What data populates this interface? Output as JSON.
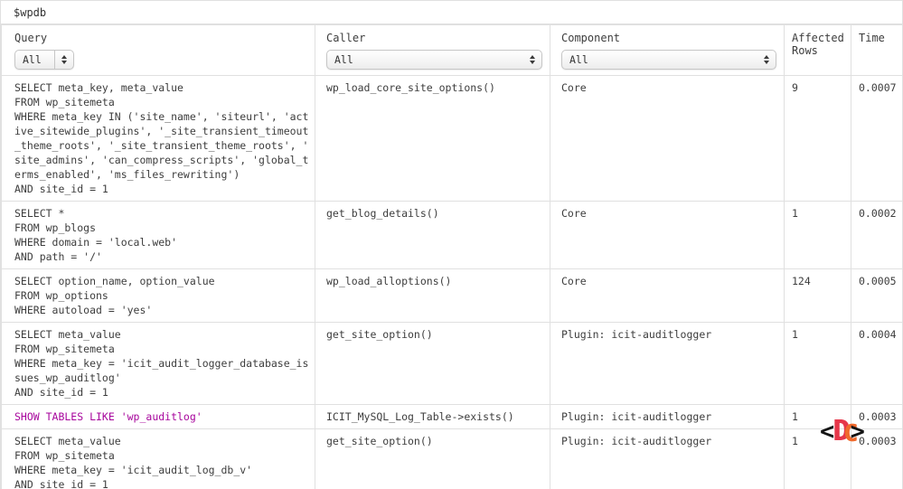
{
  "title": "$wpdb",
  "columns": [
    {
      "label": "Query",
      "filter": "All"
    },
    {
      "label": "Caller",
      "filter": "All"
    },
    {
      "label": "Component",
      "filter": "All"
    },
    {
      "label": "Affected Rows"
    },
    {
      "label": "Time"
    }
  ],
  "rows": [
    {
      "query": "SELECT meta_key, meta_value\nFROM wp_sitemeta\nWHERE meta_key IN ('site_name', 'siteurl', 'act\nive_sitewide_plugins', '_site_transient_timeout\n_theme_roots', '_site_transient_theme_roots', '\nsite_admins', 'can_compress_scripts', 'global_t\nerms_enabled', 'ms_files_rewriting')\nAND site_id = 1",
      "caller": "wp_load_core_site_options()",
      "component": "Core",
      "affected_rows": "9",
      "time": "0.0007",
      "highlighted": false
    },
    {
      "query": "SELECT *\nFROM wp_blogs\nWHERE domain = 'local.web'\nAND path = '/'",
      "caller": "get_blog_details()",
      "component": "Core",
      "affected_rows": "1",
      "time": "0.0002",
      "highlighted": false
    },
    {
      "query": "SELECT option_name, option_value\nFROM wp_options\nWHERE autoload = 'yes'",
      "caller": "wp_load_alloptions()",
      "component": "Core",
      "affected_rows": "124",
      "time": "0.0005",
      "highlighted": false
    },
    {
      "query": "SELECT meta_value\nFROM wp_sitemeta\nWHERE meta_key = 'icit_audit_logger_database_is\nsues_wp_auditlog'\nAND site_id = 1",
      "caller": "get_site_option()",
      "component": "Plugin: icit-auditlogger",
      "affected_rows": "1",
      "time": "0.0004",
      "highlighted": false
    },
    {
      "query": "SHOW TABLES LIKE 'wp_auditlog'",
      "caller": "ICIT_MySQL_Log_Table->exists()",
      "component": "Plugin: icit-auditlogger",
      "affected_rows": "1",
      "time": "0.0003",
      "highlighted": true
    },
    {
      "query": "SELECT meta_value\nFROM wp_sitemeta\nWHERE meta_key = 'icit_audit_log_db_v'\nAND site_id = 1",
      "caller": "get_site_option()",
      "component": "Plugin: icit-auditlogger",
      "affected_rows": "1",
      "time": "0.0003",
      "highlighted": false
    }
  ],
  "watermark": {
    "left_bracket": "<",
    "letter_d": "D",
    "letter_c": "C",
    "right_bracket": ">"
  },
  "colors": {
    "highlight_query": "#a7059c",
    "border": "#e0e0e0",
    "wm_bracket": "#141414",
    "wm_d": "#e6364a",
    "wm_c": "#f06a2d"
  }
}
